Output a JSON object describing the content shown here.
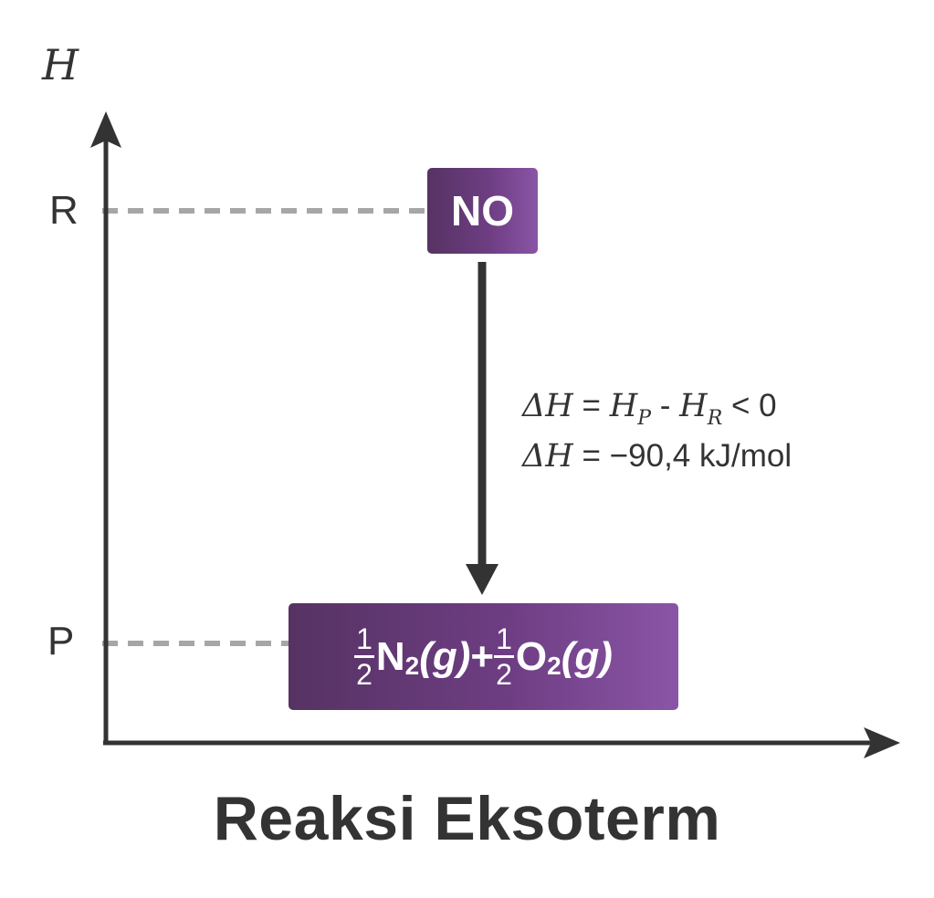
{
  "diagram": {
    "type": "energy-level-diagram",
    "y_axis_label": "H",
    "x_axis_label": "Reaksi Eksoterm",
    "levels": {
      "reactant_label": "R",
      "product_label": "P"
    },
    "reactant": {
      "formula": "NO"
    },
    "products": {
      "coef1_num": "1",
      "coef1_den": "2",
      "species1": "N",
      "species1_sub": "2",
      "state1": "(g)",
      "plus": "+",
      "coef2_num": "1",
      "coef2_den": "2",
      "species2": "O",
      "species2_sub": "2",
      "state2": "(g)"
    },
    "equation1": {
      "lhs": "ΔH",
      "equals": " = ",
      "h1": "H",
      "h1_sub": "P",
      "minus": " - ",
      "h2": "H",
      "h2_sub": "R",
      "rel": " < 0"
    },
    "equation2": {
      "lhs": "ΔH",
      "equals": " = ",
      "value": "−90,4 kJ/mol"
    },
    "colors": {
      "box_dark": "#563363",
      "box_light": "#8a55a6",
      "axis": "#333333",
      "dash": "#a6a6a6"
    }
  }
}
